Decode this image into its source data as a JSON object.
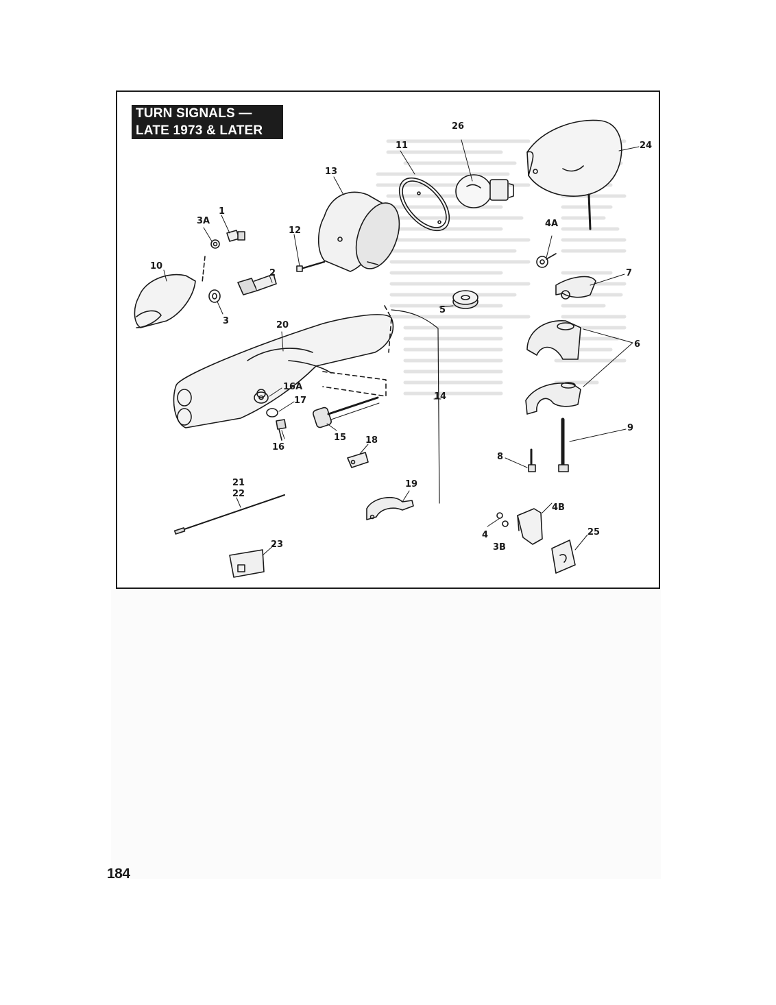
{
  "figure": {
    "title_line_1": "TURN SIGNALS —",
    "title_line_2": "LATE 1973 & LATER"
  },
  "callouts": {
    "c1": "1",
    "c2": "2",
    "c3": "3",
    "c3a": "3A",
    "c3b": "3B",
    "c4": "4",
    "c4a": "4A",
    "c4b": "4B",
    "c5": "5",
    "c6": "6",
    "c7": "7",
    "c8": "8",
    "c9": "9",
    "c10": "10",
    "c11": "11",
    "c12": "12",
    "c13": "13",
    "c14": "14",
    "c15": "15",
    "c16": "16",
    "c16a": "16A",
    "c17": "17",
    "c18": "18",
    "c19": "19",
    "c20": "20",
    "c21": "21",
    "c22": "22",
    "c23": "23",
    "c24": "24",
    "c25": "25",
    "c26": "26"
  },
  "page": {
    "number": "184"
  },
  "colors": {
    "ink": "#1a1a1a",
    "ghost_ink": "#b8b8b8",
    "title_bg": "#1c1c1c",
    "title_fg": "#ffffff"
  }
}
